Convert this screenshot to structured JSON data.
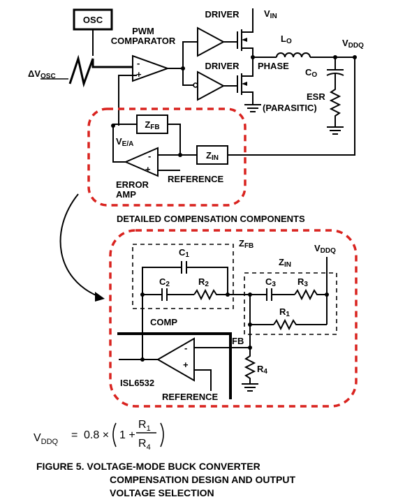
{
  "labels": {
    "osc": "OSC",
    "pwm_comparator": "PWM\nCOMPARATOR",
    "delta_vosc": "ΔVOSC",
    "driver_top": "DRIVER",
    "driver_bottom": "DRIVER",
    "vin": "VIN",
    "lo": "LO",
    "vddq_top": "VDDQ",
    "phase": "PHASE",
    "co": "CO",
    "esr": "ESR",
    "parasitic": "(PARASITIC)",
    "zfb_top": "ZFB",
    "vea": "VE/A",
    "zin_top": "ZIN",
    "reference_top": "REFERENCE",
    "error_amp": "ERROR\nAMP",
    "detailed_title": "DETAILED COMPENSATION COMPONENTS",
    "zfb_detail": "ZFB",
    "vddq_detail": "VDDQ",
    "zin_detail": "ZIN",
    "c1": "C1",
    "c2": "C2",
    "r2": "R2",
    "c3": "C3",
    "r3": "R3",
    "r1": "R1",
    "comp": "COMP",
    "fb": "FB",
    "r4": "R4",
    "isl": "ISL6532",
    "reference_bottom": "REFERENCE"
  },
  "equation": {
    "lhs": "VDDQ",
    "text": "= 0.8 × ( 1 + R1 / R4 )"
  },
  "caption": {
    "line1": "FIGURE 5.  VOLTAGE-MODE BUCK CONVERTER",
    "line2": "COMPENSATION DESIGN AND OUTPUT",
    "line3": "VOLTAGE SELECTION"
  },
  "colors": {
    "dashed_box": "#d9231f",
    "ink": "#000000"
  }
}
